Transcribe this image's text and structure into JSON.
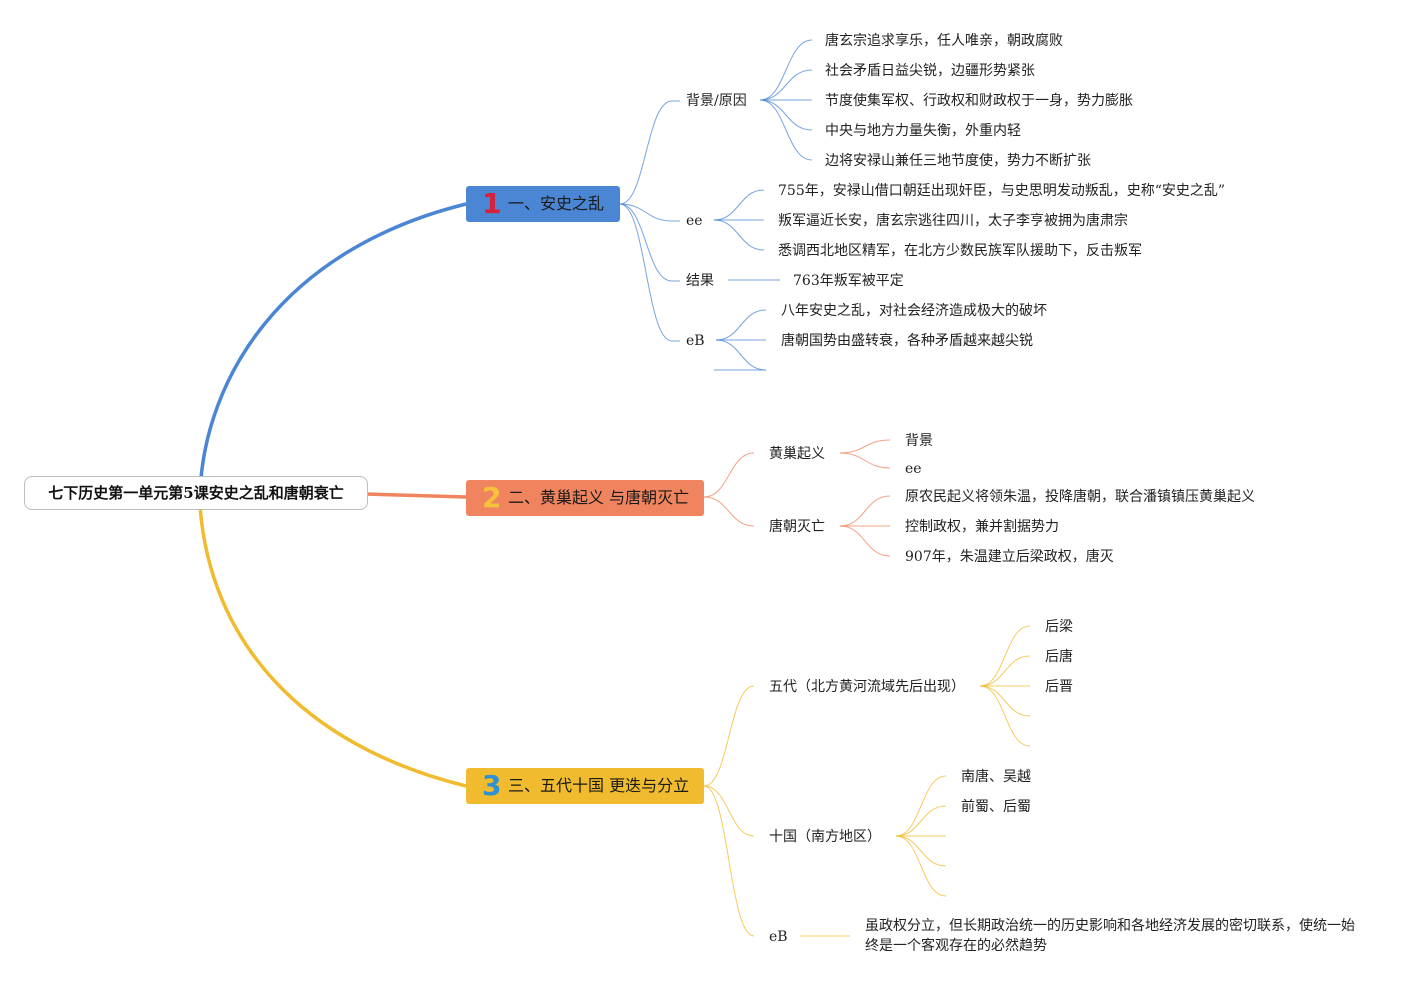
{
  "root": {
    "title": "七下历史第一单元第5课安史之乱和唐朝衰亡"
  },
  "colors": {
    "branch1": "#4a86d4",
    "branch2": "#f0845f",
    "branch3": "#f0bb2e",
    "num1": "#d8203a",
    "num2": "#f6c23c",
    "num3": "#2f92d0"
  },
  "branches": [
    {
      "number": "1",
      "label": "一、安史之乱",
      "children": [
        {
          "label": "背景/原因",
          "leaves": [
            "唐玄宗追求享乐，任人唯亲，朝政腐败",
            "社会矛盾日益尖锐，边疆形势紧张",
            "节度使集军权、行政权和财政权于一身，势力膨胀",
            "中央与地方力量失衡，外重内轻",
            "边将安禄山兼任三地节度使，势力不断扩张"
          ]
        },
        {
          "label": "ee",
          "leaves": [
            "755年，安禄山借口朝廷出现奸臣，与史思明发动叛乱，史称“安史之乱”",
            "叛军逼近长安，唐玄宗逃往四川，太子李亨被拥为唐肃宗",
            "悉调西北地区精军，在北方少数民族军队援助下，反击叛军"
          ]
        },
        {
          "label": "结果",
          "leaves": [
            "763年叛军被平定"
          ]
        },
        {
          "label": "eB",
          "leaves": [
            "八年安史之乱，对社会经济造成极大的破坏",
            "唐朝国势由盛转衰，各种矛盾越来越尖锐",
            ""
          ]
        }
      ]
    },
    {
      "number": "2",
      "label": "二、黄巢起义 与唐朝灭亡",
      "children": [
        {
          "label": "黄巢起义",
          "leaves": [
            "背景",
            "ee"
          ]
        },
        {
          "label": "唐朝灭亡",
          "leaves": [
            "原农民起义将领朱温，投降唐朝，联合潘镇镇压黄巢起义",
            "控制政权，兼并割据势力",
            "907年，朱温建立后梁政权，唐灭"
          ]
        }
      ]
    },
    {
      "number": "3",
      "label": "三、五代十国 更迭与分立",
      "children": [
        {
          "label": "五代（北方黄河流域先后出现）",
          "leaves": [
            "后梁",
            "后唐",
            "后晋",
            "",
            ""
          ]
        },
        {
          "label": "十国（南方地区）",
          "leaves": [
            "南唐、吴越",
            "前蜀、后蜀",
            "",
            "",
            ""
          ]
        },
        {
          "label": "eB",
          "leaves": [
            "虽政权分立，但长期政治统一的历史影响和各地经济发展的密切联系，使统一始终是一个客观存在的必然趋势"
          ]
        }
      ]
    }
  ]
}
